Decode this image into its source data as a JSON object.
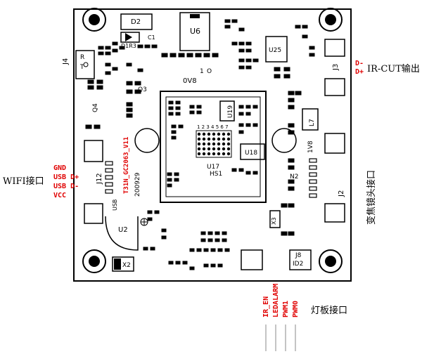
{
  "colors": {
    "ink": "#000000",
    "accent": "#e00000",
    "board": "#ffffff"
  },
  "board": {
    "labels": {
      "D2": "D2",
      "U6": "U6",
      "U25": "U25",
      "D1R3": "D1R3",
      "C1": "C1",
      "J4": "J4",
      "R": "R",
      "T": "T",
      "Q3": "Q3",
      "Q4": "Q4",
      "OV8": "0V8",
      "ONE": "1",
      "ZERO": "O",
      "J3": "J3",
      "U19": "U19",
      "pins": "1 2 3 4 5 6 7",
      "U18": "U18",
      "U17": "U17",
      "HS1": "HS1",
      "L7": "L7",
      "V1": "1V8",
      "N2": "N2",
      "J12": "J12",
      "USB": "USB",
      "model": "T31N_GC2063_V11",
      "date": "200929",
      "U2": "U2",
      "J2": "J2",
      "X3": "X3",
      "J8": "J8",
      "ID2": "ID2",
      "X2": "X2"
    },
    "wifi_pins": [
      "GND",
      "USB D+",
      "USB D-",
      "VCC"
    ],
    "ircut_pins": [
      "D-",
      "D+"
    ],
    "led_pins": [
      "IR_EN",
      "LEDALARM",
      "PWM1",
      "PWM0"
    ]
  },
  "callouts": {
    "wifi": "WIFI接口",
    "ircut": "IR-CUT输出",
    "zoom": "变焦镜头接口",
    "led": "灯板接口"
  }
}
